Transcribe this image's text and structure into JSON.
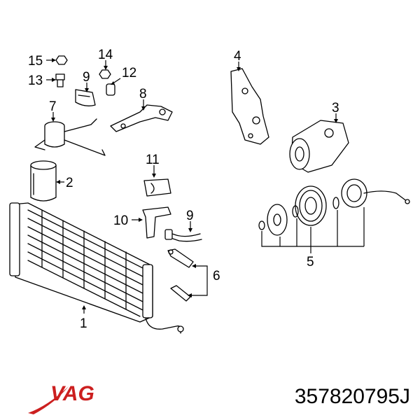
{
  "diagram": {
    "callouts": [
      "1",
      "2",
      "3",
      "4",
      "5",
      "6",
      "7",
      "8",
      "9",
      "9",
      "10",
      "11",
      "12",
      "13",
      "14",
      "15"
    ]
  },
  "brand": {
    "logo_text": "VAG",
    "color": "#cc1f1f"
  },
  "part_number": "357820795J"
}
